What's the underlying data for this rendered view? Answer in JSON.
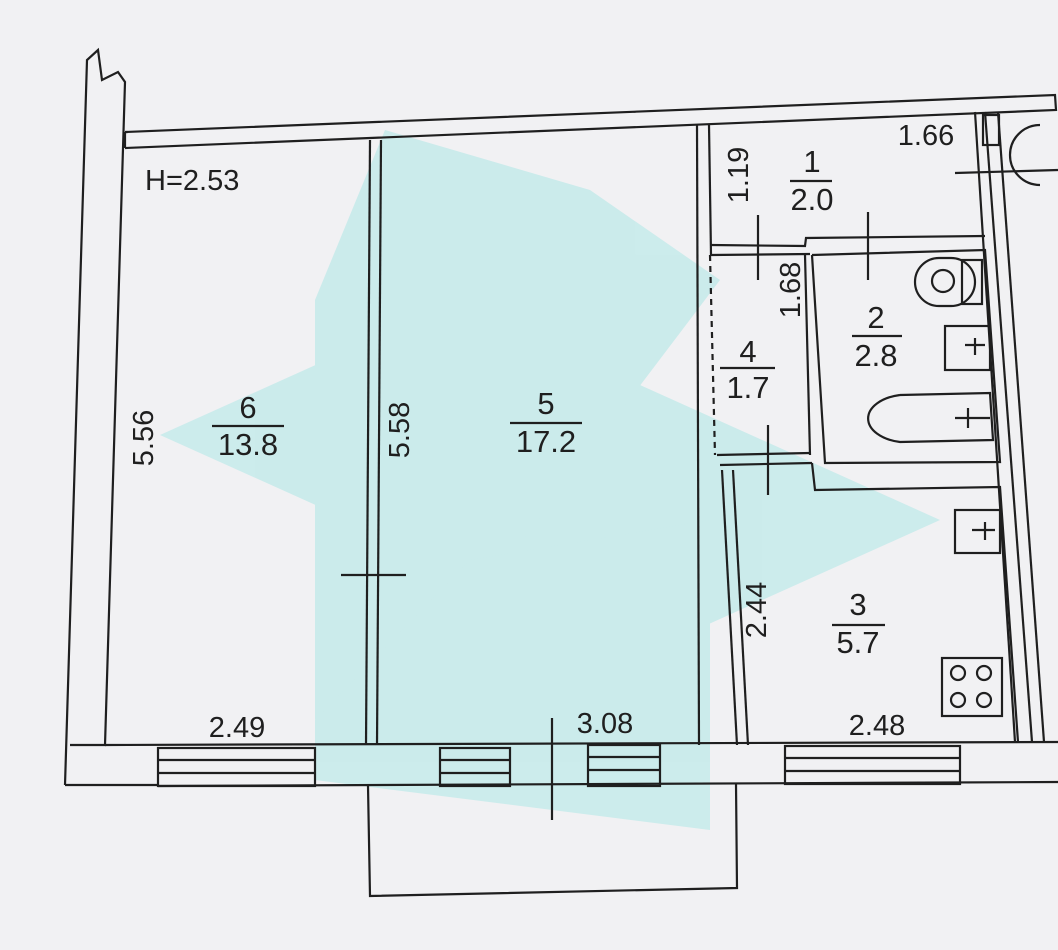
{
  "plan": {
    "ceiling_height": "H=2.53",
    "rooms": [
      {
        "number": "1",
        "area": "2.0"
      },
      {
        "number": "2",
        "area": "2.8"
      },
      {
        "number": "3",
        "area": "5.7"
      },
      {
        "number": "4",
        "area": "1.7"
      },
      {
        "number": "5",
        "area": "17.2"
      },
      {
        "number": "6",
        "area": "13.8"
      }
    ],
    "dimensions": {
      "room6_width": "2.49",
      "room6_length": "5.56",
      "room5_width": "3.08",
      "room5_length": "5.58",
      "room3_width": "2.48",
      "room3_length": "2.44",
      "room1_width": "1.66",
      "room1_length": "1.19",
      "room4_length": "1.68"
    }
  },
  "colors": {
    "paper": "#f1f1f3",
    "ink": "#1f1f1f",
    "watermark": "#c7ecec"
  }
}
